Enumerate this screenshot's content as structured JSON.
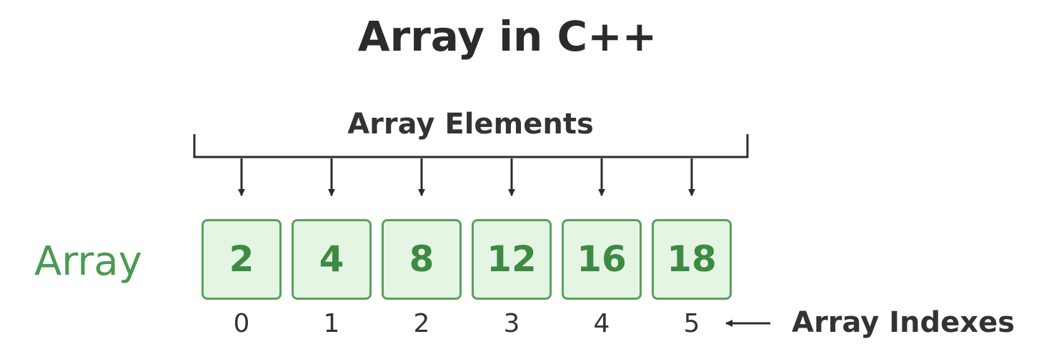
{
  "title": "Array in C++",
  "elements_label": "Array Elements",
  "array_label": "Array",
  "indexes_label": "Array Indexes",
  "cells": [
    {
      "value": "2",
      "index": "0"
    },
    {
      "value": "4",
      "index": "1"
    },
    {
      "value": "8",
      "index": "2"
    },
    {
      "value": "12",
      "index": "3"
    },
    {
      "value": "16",
      "index": "4"
    },
    {
      "value": "18",
      "index": "5"
    }
  ],
  "colors": {
    "cell_fill": "#e4f5e3",
    "cell_border": "#5aa05e",
    "cell_text": "#3d8a42",
    "array_label": "#4a9a4f",
    "lines": "#2b2b2b"
  }
}
